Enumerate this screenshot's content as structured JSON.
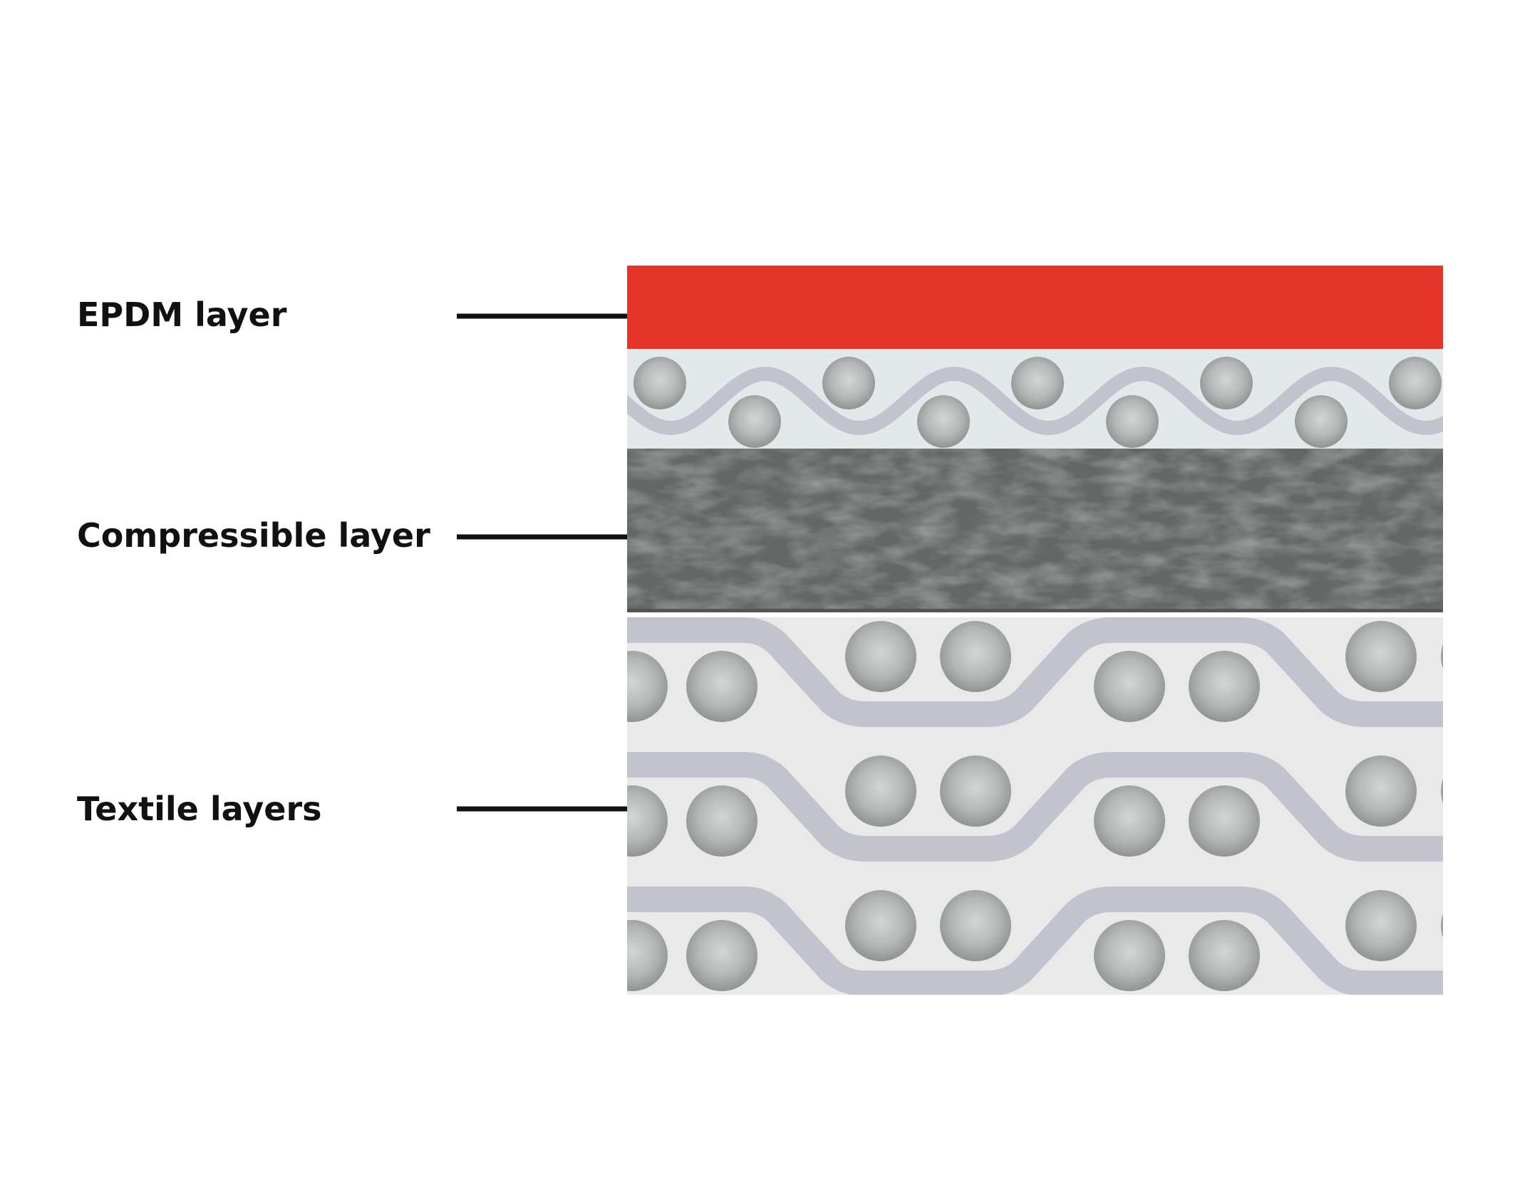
{
  "labels": {
    "epdm": "EPDM layer",
    "compressible": "Compressible layer",
    "textile": "Textile layers"
  },
  "colors": {
    "epdm": "#e5352a",
    "fine_weave_bg": "#e3e8ea",
    "compressible": "#5e605f",
    "textile_bg": "#e9e9e9",
    "yarn": "#c2c3cf",
    "fiber": "#a9acaa",
    "leader_line": "#111111",
    "text": "#111111"
  }
}
